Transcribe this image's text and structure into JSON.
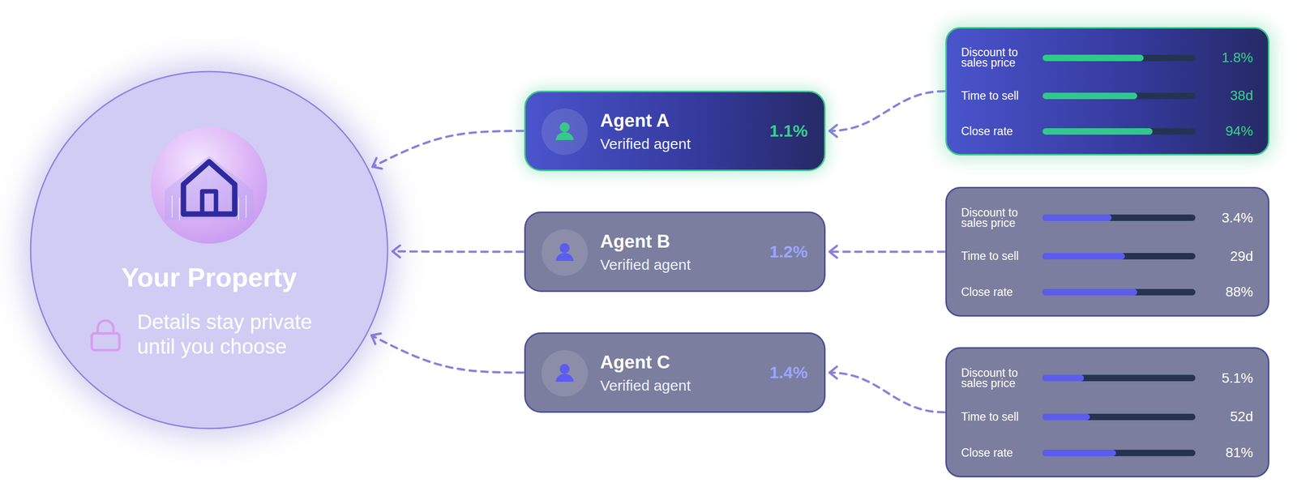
{
  "diagram": {
    "nodes": [
      {
        "text": [
          "Your Property",
          "Details stay private until you choose"
        ]
      },
      {
        "text": [
          "Agent A",
          "Verified agent",
          "1.1%"
        ]
      },
      {
        "text": [
          "Agent B",
          "Verified agent",
          "1.2%"
        ]
      },
      {
        "text": [
          "Agent C",
          "Verified agent",
          "1.4%"
        ]
      },
      {
        "text": [
          "Discount to sales price",
          "1.8%",
          "Time to sell",
          "38d",
          "Close rate",
          "94%"
        ]
      },
      {
        "text": [
          "Discount to sales price",
          "3.4%",
          "Time to sell",
          "29d",
          "Close rate",
          "88%"
        ]
      },
      {
        "text": [
          "Discount to sales price",
          "5.1%",
          "Time to sell",
          "52d",
          "Close rate",
          "81%"
        ]
      }
    ],
    "edges": [
      {
        "from": 1,
        "to": 0,
        "arrow": "to"
      },
      {
        "from": 2,
        "to": 0,
        "arrow": "to"
      },
      {
        "from": 3,
        "to": 0,
        "arrow": "to"
      },
      {
        "from": 4,
        "to": 1,
        "arrow": "to"
      },
      {
        "from": 5,
        "to": 2,
        "arrow": "to"
      },
      {
        "from": 6,
        "to": 3,
        "arrow": "to"
      }
    ]
  }
}
